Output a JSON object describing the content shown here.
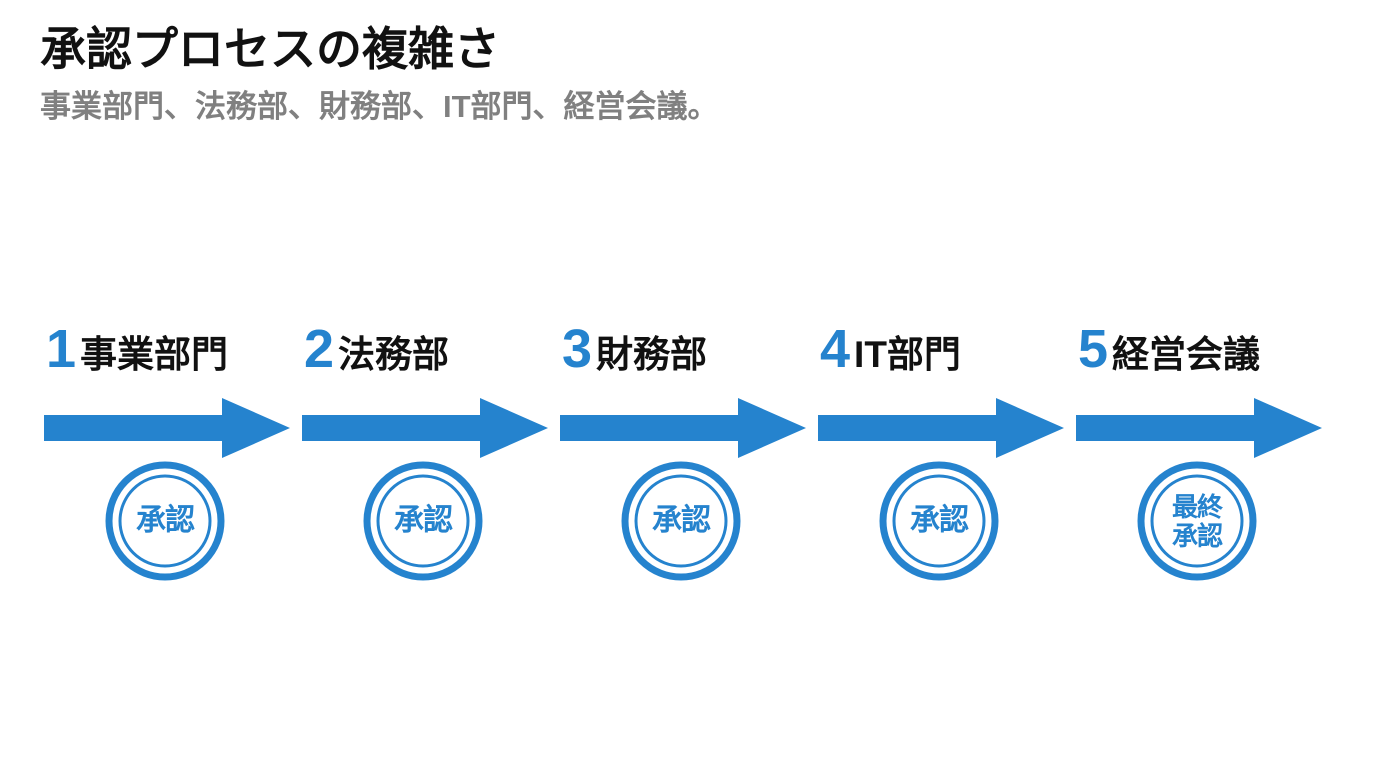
{
  "slide": {
    "title": "承認プロセスの複雑さ",
    "subtitle": "事業部門、法務部、財務部、IT部門、経営会議。",
    "background_color": "#ffffff",
    "accent_color": "#2583CE",
    "title_color": "#111111",
    "subtitle_color": "#808080"
  },
  "process": {
    "steps": [
      {
        "number": "1",
        "label": "事業部門",
        "stamp_lines": [
          "承認"
        ]
      },
      {
        "number": "2",
        "label": "法務部",
        "stamp_lines": [
          "承認"
        ]
      },
      {
        "number": "3",
        "label": "財務部",
        "stamp_lines": [
          "承認"
        ]
      },
      {
        "number": "4",
        "label": "IT部門",
        "stamp_lines": [
          "承認"
        ]
      },
      {
        "number": "5",
        "label": "経営会議",
        "stamp_lines": [
          "最終",
          "承認"
        ]
      }
    ]
  }
}
